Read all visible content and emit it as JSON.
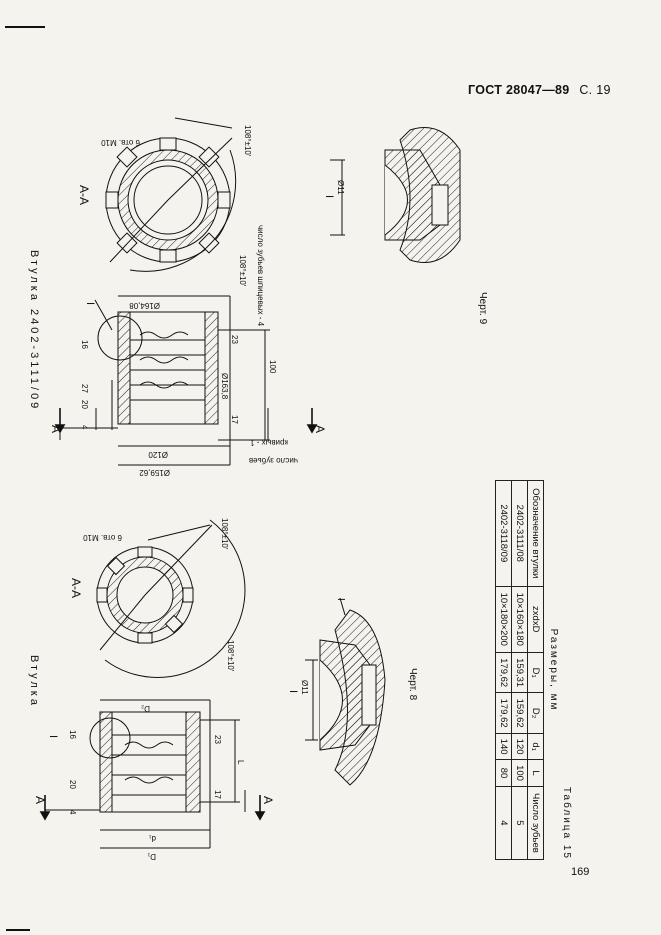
{
  "header": {
    "standard": "ГОСТ 28047—89",
    "page_label": "С. 19"
  },
  "page_number": "169",
  "titles": {
    "bushing_general": "Втулка",
    "bushing_specific": "Втулка 2402-3111/09"
  },
  "drawing_labels": {
    "section": "А-А",
    "detail": "I",
    "hole_dia": "Ø11",
    "thread": "6 отв. М10",
    "angle": "108°±10'",
    "teeth_count": "число зубьев",
    "teeth_helical": "число зубьев шпицевых - 4",
    "dim_D2": "D₂",
    "dim_D1": "D₁",
    "dim_d1": "d₁",
    "dim_L": "L",
    "dim_16": "16",
    "dim_23": "23",
    "dim_20": "20",
    "dim_17": "17",
    "dim_4": "4",
    "dim_100": "100",
    "dim_27": "27",
    "dim_164": "Ø164,08",
    "dim_120": "Ø120",
    "dim_159": "Ø159,62",
    "dim_163": "Ø163,8",
    "arrow_A": "А",
    "helical_rows": "кривых - 1"
  },
  "figures": {
    "fig8": "Черт. 8",
    "fig9": "Черт. 9"
  },
  "table": {
    "title": "Таблица 15",
    "subtitle": "Размеры, мм",
    "columns": [
      "Обозначение втулки",
      "zxdxD",
      "D₁",
      "D₂",
      "d₁",
      "L",
      "Число зубьев"
    ],
    "rows": [
      [
        "2402-3111/08",
        "10×160×180",
        "159,31",
        "159,62",
        "120",
        "100",
        "5"
      ],
      [
        "2402-3118/09",
        "10×180×200",
        "179,62",
        "179,62",
        "140",
        "80",
        "4"
      ]
    ]
  }
}
